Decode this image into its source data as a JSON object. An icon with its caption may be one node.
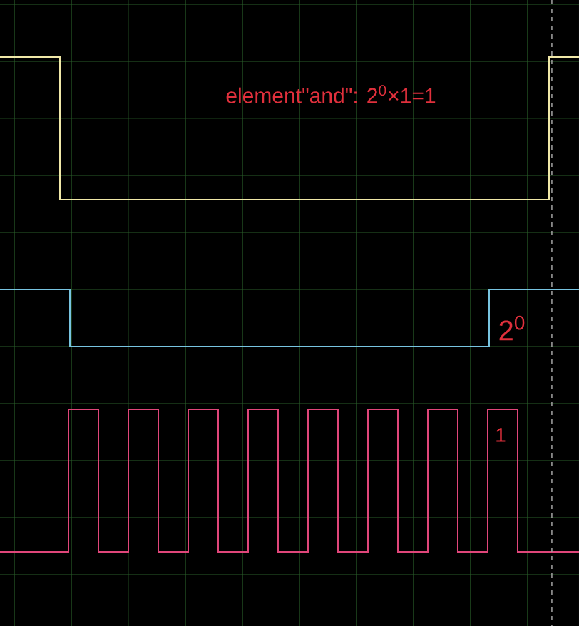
{
  "diagram": {
    "labels": [
      "element\"and\": 2$^{0}$×1=1",
      "2$^{0}$",
      "1"
    ]
  }
}
